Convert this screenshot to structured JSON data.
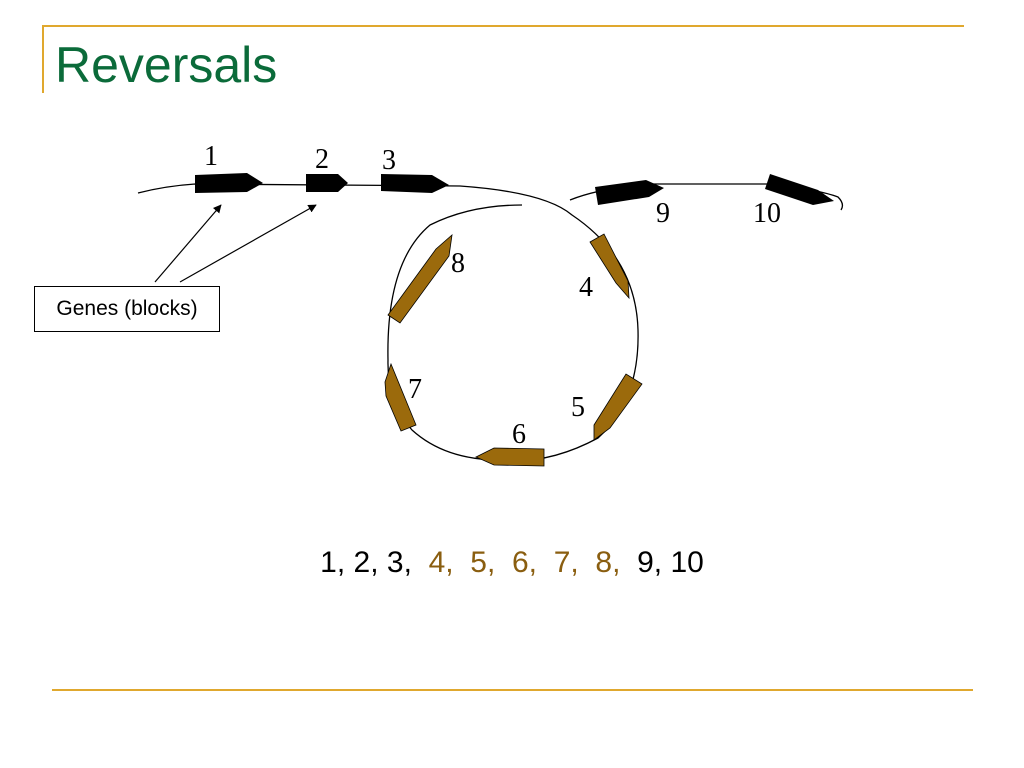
{
  "slide": {
    "title": "Reversals",
    "colors": {
      "title": "#0b6b3a",
      "rule": "#e0a82e",
      "inverted_gene": "#9b6a0c",
      "gene": "#000000"
    }
  },
  "diagram": {
    "gene_labels": {
      "g1": "1",
      "g2": "2",
      "g3": "3",
      "g4": "4",
      "g5": "5",
      "g6": "6",
      "g7": "7",
      "g8": "8",
      "g9": "9",
      "g10": "10"
    },
    "callout": "Genes (blocks)"
  },
  "sequence": {
    "prefix": "1, 2, 3,",
    "inverted": [
      "4,",
      "5,",
      "6,",
      "7,",
      "8,"
    ],
    "suffix": "9, 10"
  }
}
